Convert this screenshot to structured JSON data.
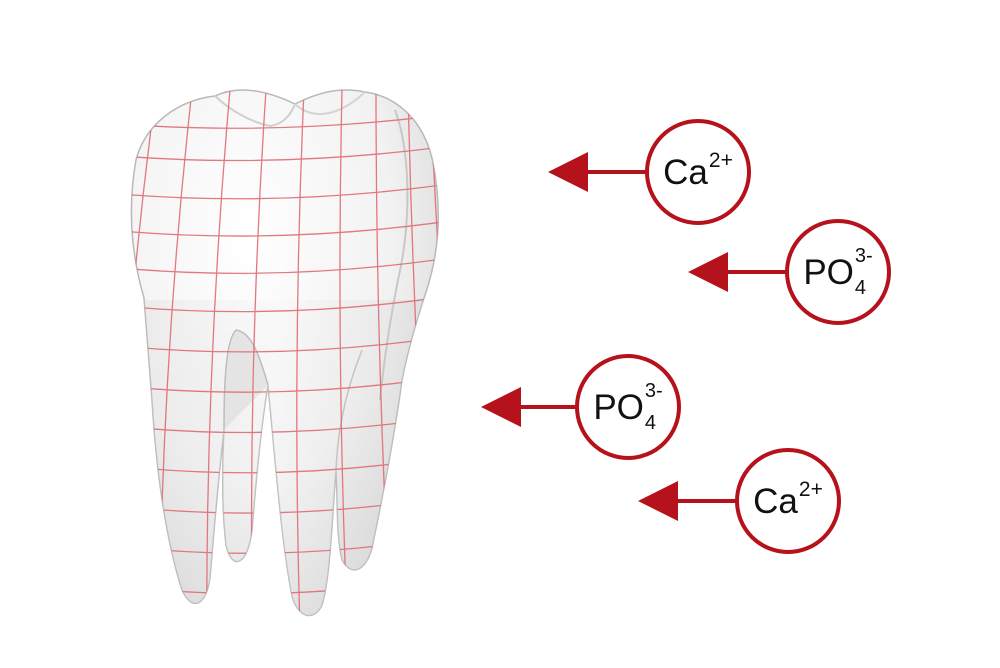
{
  "colors": {
    "accent": "#b5121b",
    "grid": "#e06a72",
    "text": "#111111"
  },
  "tooth": {
    "icon": "molar-tooth-icon"
  },
  "ions": [
    {
      "base": "Ca",
      "sup": "2+",
      "sub": ""
    },
    {
      "base": "PO",
      "sup": "3-",
      "sub": "4"
    },
    {
      "base": "PO",
      "sup": "3-",
      "sub": "4"
    },
    {
      "base": "Ca",
      "sup": "2+",
      "sub": ""
    }
  ]
}
